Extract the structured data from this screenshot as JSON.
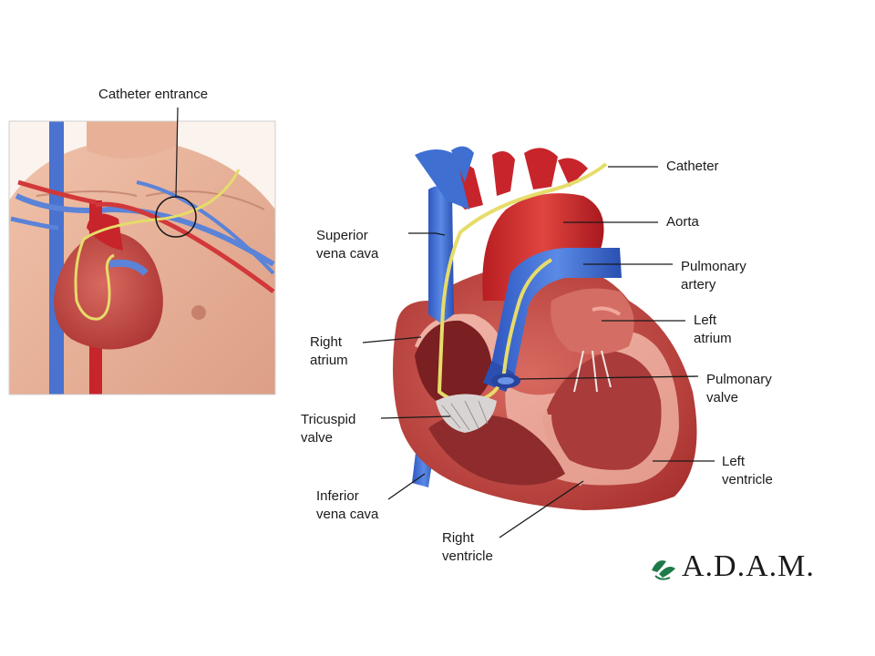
{
  "inset": {
    "callout_label": "Catheter entrance"
  },
  "labels": {
    "catheter": "Catheter",
    "aorta": "Aorta",
    "superior_vena_cava": [
      "Superior",
      "vena cava"
    ],
    "pulmonary_artery": [
      "Pulmonary",
      "artery"
    ],
    "left_atrium": [
      "Left",
      "atrium"
    ],
    "right_atrium": [
      "Right",
      "atrium"
    ],
    "pulmonary_valve": [
      "Pulmonary",
      "valve"
    ],
    "tricuspid_valve": [
      "Tricuspid",
      "valve"
    ],
    "left_ventricle": [
      "Left",
      "ventricle"
    ],
    "inferior_vena_cava": [
      "Inferior",
      "vena cava"
    ],
    "right_ventricle": [
      "Right",
      "ventricle"
    ]
  },
  "logo": {
    "text": "A.D.A.M."
  },
  "colors": {
    "artery_red": "#c8242b",
    "vein_blue": "#3f6fd1",
    "catheter_yellow": "#e6dc6a",
    "muscle": "#c8554f",
    "skin": "#e9b299",
    "logo_green": "#1f7a4a"
  }
}
